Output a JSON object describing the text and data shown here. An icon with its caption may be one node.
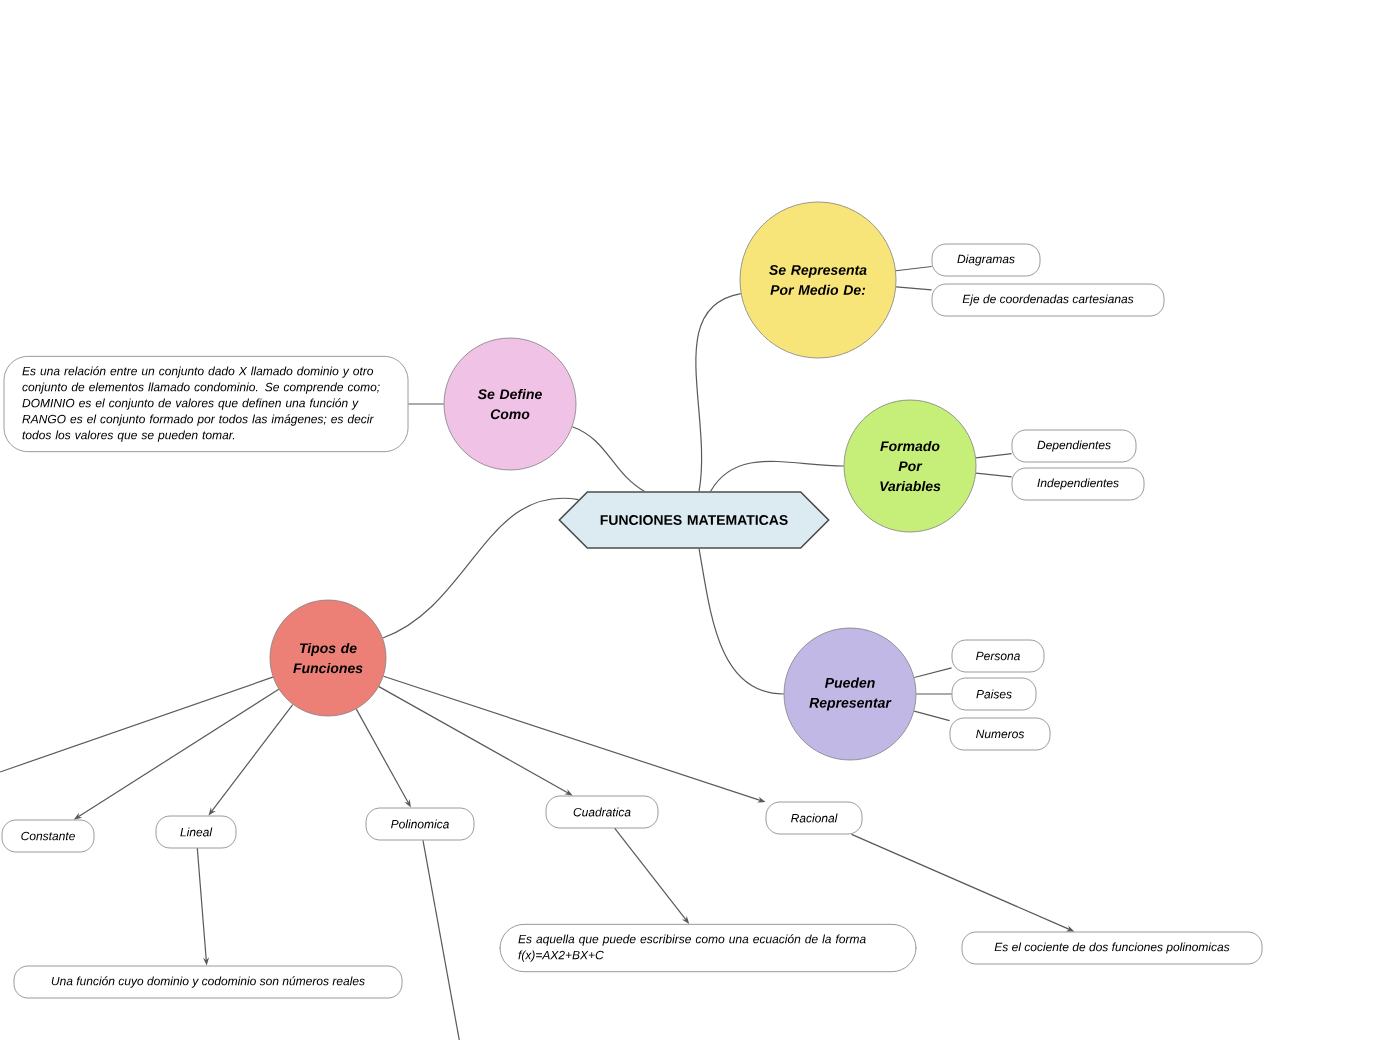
{
  "diagram": {
    "nodes": [
      {
        "text": [
          "FUNCIONES MATEMATICAS"
        ]
      },
      {
        "text": [
          "Se Define Como"
        ]
      },
      {
        "text": [
          "Es una relación entre un conjunto dado X llamado dominio y otro conjunto de elementos llamado condominio. Se comprende como; DOMINIO es el conjunto de valores que definen una función y RANGO es el conjunto formado por todos las imágenes; es decir todos los valores que se pueden tomar."
        ]
      },
      {
        "text": [
          "Se Representa Por Medio De:"
        ]
      },
      {
        "text": [
          "Diagramas"
        ]
      },
      {
        "text": [
          "Eje de coordenadas cartesianas"
        ]
      },
      {
        "text": [
          "Formado Por Variables"
        ]
      },
      {
        "text": [
          "Dependientes"
        ]
      },
      {
        "text": [
          "Independientes"
        ]
      },
      {
        "text": [
          "Pueden Representar"
        ]
      },
      {
        "text": [
          "Persona"
        ]
      },
      {
        "text": [
          "Paises"
        ]
      },
      {
        "text": [
          "Numeros"
        ]
      },
      {
        "text": [
          "Tipos de Funciones"
        ]
      },
      {
        "text": [
          "Constante"
        ]
      },
      {
        "text": [
          "Lineal"
        ]
      },
      {
        "text": [
          "Polinomica"
        ]
      },
      {
        "text": [
          "Cuadratica"
        ]
      },
      {
        "text": [
          "Racional"
        ]
      },
      {
        "text": [
          "Una función cuyo dominio y codominio son números reales"
        ]
      },
      {
        "text": [
          "Es aquella que puede escribirse como una ecuación de la forma f(x)=AX2+BX+C"
        ]
      },
      {
        "text": [
          "Es el cociente de dos funciones polinomicas"
        ]
      }
    ],
    "edges": [
      {
        "from": 0,
        "to": 1,
        "arrow": "none"
      },
      {
        "from": 1,
        "to": 2,
        "arrow": "none"
      },
      {
        "from": 0,
        "to": 3,
        "arrow": "none"
      },
      {
        "from": 3,
        "to": 4,
        "arrow": "none"
      },
      {
        "from": 3,
        "to": 5,
        "arrow": "none"
      },
      {
        "from": 0,
        "to": 6,
        "arrow": "none"
      },
      {
        "from": 6,
        "to": 7,
        "arrow": "none"
      },
      {
        "from": 6,
        "to": 8,
        "arrow": "none"
      },
      {
        "from": 0,
        "to": 9,
        "arrow": "none"
      },
      {
        "from": 9,
        "to": 10,
        "arrow": "none"
      },
      {
        "from": 9,
        "to": 11,
        "arrow": "none"
      },
      {
        "from": 9,
        "to": 12,
        "arrow": "none"
      },
      {
        "from": 0,
        "to": 13,
        "arrow": "none"
      },
      {
        "from": 13,
        "to": null,
        "arrow": "none"
      },
      {
        "from": 13,
        "to": 14,
        "arrow": "to"
      },
      {
        "from": 13,
        "to": 15,
        "arrow": "to"
      },
      {
        "from": 13,
        "to": 16,
        "arrow": "to"
      },
      {
        "from": 13,
        "to": 17,
        "arrow": "to"
      },
      {
        "from": 13,
        "to": 18,
        "arrow": "to"
      },
      {
        "from": 15,
        "to": 19,
        "arrow": "to"
      },
      {
        "from": 16,
        "to": null,
        "arrow": "none"
      },
      {
        "from": 17,
        "to": 20,
        "arrow": "to"
      },
      {
        "from": 18,
        "to": 21,
        "arrow": "to"
      }
    ]
  }
}
